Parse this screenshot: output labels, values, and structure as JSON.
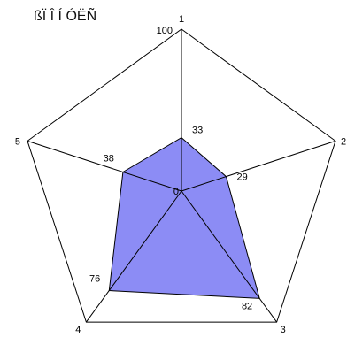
{
  "chart_data": {
    "type": "radar",
    "title": "ßÏ Î Í ÓËÑ",
    "axes": [
      "1",
      "2",
      "3",
      "4",
      "5"
    ],
    "values": [
      33,
      29,
      82,
      76,
      38
    ],
    "range": [
      0,
      100
    ],
    "scale_labels": {
      "center": "0",
      "max": "100"
    },
    "grid": "outer-pentagon-and-spokes",
    "colors": {
      "fill": "#8c8cf5",
      "stroke": "#000000",
      "axis": "#000000"
    }
  }
}
